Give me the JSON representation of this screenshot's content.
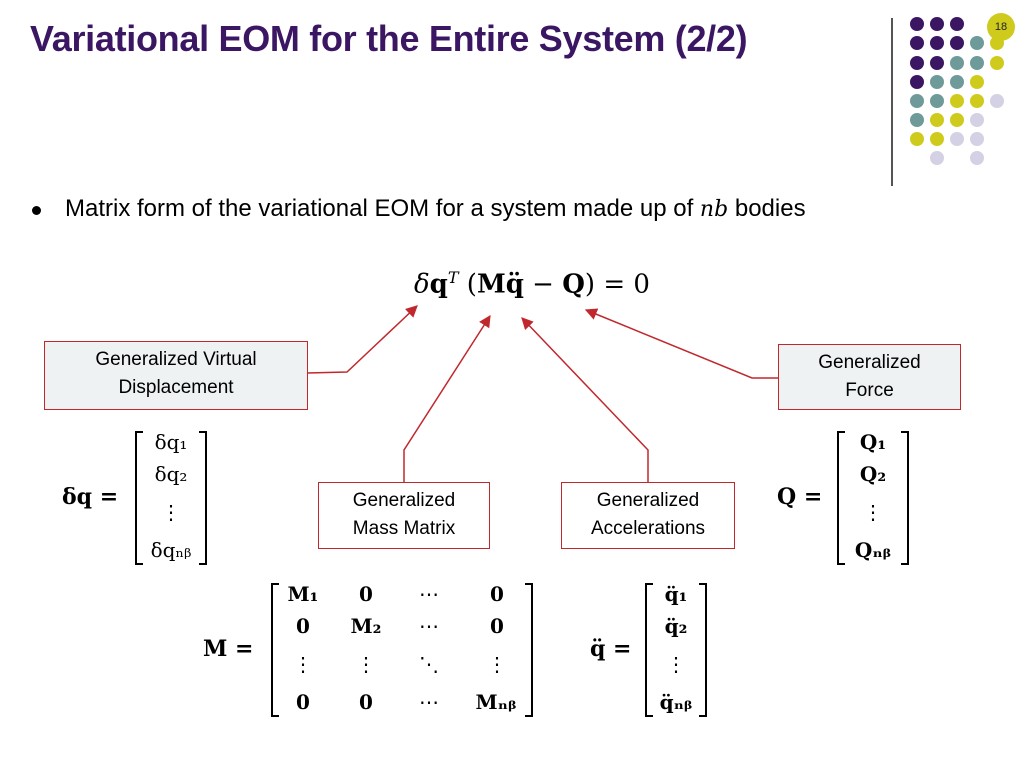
{
  "slide": {
    "title": "Variational EOM for the Entire System (2/2)",
    "page_number": "18",
    "bullet": {
      "text_before": "Matrix form of the variational EOM for a system made up of ",
      "math": "nb",
      "text_after": " bodies"
    }
  },
  "equation": {
    "delta": "δ",
    "q": "q",
    "sup_T": "T",
    "lparen": "(",
    "M": "M",
    "qddot": "q̈",
    "minus": "−",
    "Q": "Q",
    "rparen": ")",
    "equals": "=",
    "zero": "0"
  },
  "callouts": {
    "virtual_displacement": "Generalized Virtual Displacement",
    "force": "Generalized Force",
    "mass_matrix": "Generalized Mass Matrix",
    "accelerations": "Generalized Accelerations"
  },
  "vectors": {
    "dq": {
      "lhs": "δq =",
      "entries": [
        "δq₁",
        "δq₂",
        "⋮",
        "δqₙᵦ"
      ]
    },
    "Q": {
      "lhs": "Q =",
      "entries": [
        "Q₁",
        "Q₂",
        "⋮",
        "Qₙᵦ"
      ]
    },
    "qdd": {
      "lhs": "q̈ =",
      "entries": [
        "q̈₁",
        "q̈₂",
        "⋮",
        "q̈ₙᵦ"
      ]
    },
    "M": {
      "lhs": "M =",
      "rows": [
        [
          "M₁",
          "0",
          "⋯",
          "0"
        ],
        [
          "0",
          "M₂",
          "⋯",
          "0"
        ],
        [
          "⋮",
          "⋮",
          "⋱",
          "⋮"
        ],
        [
          "0",
          "0",
          "⋯",
          "Mₙᵦ"
        ]
      ]
    }
  },
  "colors": {
    "title": "#3b1763",
    "purple": "#3b1763",
    "teal": "#6e9a9a",
    "yellow": "#cfcb1c",
    "lavender": "#d3d1e3",
    "callout_border": "#c0282d",
    "callout_fill": "#eef2f2"
  }
}
